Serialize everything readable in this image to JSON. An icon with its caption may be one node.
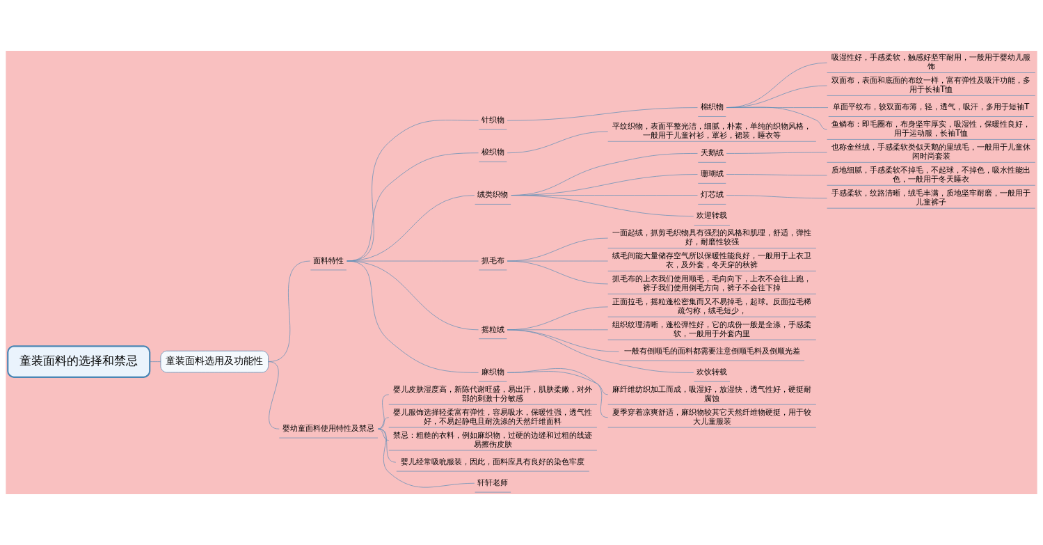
{
  "diagram": {
    "nodes": [
      {
        "text": [
          "童装面料的选择和禁忌"
        ]
      },
      {
        "text": [
          "童装面料选用及功能性"
        ]
      },
      {
        "text": [
          "面料特性"
        ]
      },
      {
        "text": [
          "针织物"
        ]
      },
      {
        "text": [
          "棉织物"
        ]
      },
      {
        "text": [
          "吸湿性好，手感柔软，触感好坚牢耐用，一般用于婴幼儿服饰"
        ]
      },
      {
        "text": [
          "双面布，表面和底面的布纹一样，富有弹性及吸汗功能，多用于长袖T恤"
        ]
      },
      {
        "text": [
          "单面平纹布，较双面布薄，轻，透气，吸汗，多用于短袖T"
        ]
      },
      {
        "text": [
          "鱼鳞布：即毛圈布，布身坚牢厚实，吸湿性，保暖性良好，用于运动服，长袖T恤"
        ]
      },
      {
        "text": [
          "梭织物"
        ]
      },
      {
        "text": [
          "平纹织物，表面平整光洁，细腻，朴素，单纯的织物风格，一般用于儿童衬衫，罩衫，裙装，睡衣等"
        ]
      },
      {
        "text": [
          "绒类织物"
        ]
      },
      {
        "text": [
          "天鹅绒"
        ]
      },
      {
        "text": [
          "也称金丝绒，手感柔软类似天鹅的里绒毛，一般用于儿童休闲时尚套装"
        ]
      },
      {
        "text": [
          "珊瑚绒"
        ]
      },
      {
        "text": [
          "质地细腻，手感柔软不掉毛，不起球，不掉色，吸水性能出色，一般用于冬天睡衣"
        ]
      },
      {
        "text": [
          "灯芯绒"
        ]
      },
      {
        "text": [
          "手感柔软，纹路清晰，绒毛丰满，质地坚牢耐磨，一般用于儿童裤子"
        ]
      },
      {
        "text": [
          "欢迎转载"
        ]
      },
      {
        "text": [
          "抓毛布"
        ]
      },
      {
        "text": [
          "一面起绒，抓剪毛织物具有强烈的风格和肌理，舒适，弹性好，耐磨性较强"
        ]
      },
      {
        "text": [
          "绒毛间能大量储存空气所以保暖性能良好，一般用于上衣卫衣，及外套，冬天穿的秋裤"
        ]
      },
      {
        "text": [
          "抓毛布的上衣我们使用顺毛，毛向向下，上衣不会往上跑，裤子我们使用倒毛方向，裤子不会往下掉"
        ]
      },
      {
        "text": [
          "摇粒绒"
        ]
      },
      {
        "text": [
          "正面拉毛，摇粒蓬松密集而又不易掉毛，起球。反面拉毛稀疏匀称，绒毛短少，"
        ]
      },
      {
        "text": [
          "组织纹理清晰，蓬松弹性好，它的成份一般是全涤，手感柔软，一般用于外套内里"
        ]
      },
      {
        "text": [
          "一般有倒顺毛的面料都需要注意倒顺毛料及倒顺光差"
        ]
      },
      {
        "text": [
          "欢饮转载"
        ]
      },
      {
        "text": [
          "麻织物"
        ]
      },
      {
        "text": [
          "麻纤维纺织加工而成，吸湿好，放湿快，透气性好，硬挺耐腐蚀"
        ]
      },
      {
        "text": [
          "夏季穿着凉爽舒适，麻织物较其它天然纤维物硬挺，用于较大儿童服装"
        ]
      },
      {
        "text": [
          "婴幼童面料使用特性及禁忌"
        ]
      },
      {
        "text": [
          "婴儿皮肤湿度高，新陈代谢旺盛，易出汗，肌肤柔嫩，对外部的刺激十分敏感"
        ]
      },
      {
        "text": [
          "婴儿服饰选择轻柔富有弹性，容易吸水，保暖性强，透气性好，不易起静电且耐洗涤的天然纤维面料"
        ]
      },
      {
        "text": [
          "禁忌：粗糙的衣料，例如麻织物，过硬的边缝和过粗的线迹易擦伤皮肤"
        ]
      },
      {
        "text": [
          "婴儿经常吸吮服装，因此，面料应具有良好的染色牢度"
        ]
      },
      {
        "text": [
          "轩轩老师"
        ]
      }
    ],
    "edges": [
      {
        "from": 0,
        "to": 1,
        "arrow": "none"
      },
      {
        "from": 1,
        "to": 2,
        "arrow": "none"
      },
      {
        "from": 2,
        "to": 3,
        "arrow": "none"
      },
      {
        "from": 3,
        "to": 4,
        "arrow": "none"
      },
      {
        "from": 4,
        "to": 5,
        "arrow": "none"
      },
      {
        "from": 4,
        "to": 6,
        "arrow": "none"
      },
      {
        "from": 4,
        "to": 7,
        "arrow": "none"
      },
      {
        "from": 4,
        "to": 8,
        "arrow": "none"
      },
      {
        "from": 2,
        "to": 9,
        "arrow": "none"
      },
      {
        "from": 9,
        "to": 10,
        "arrow": "none"
      },
      {
        "from": 2,
        "to": 11,
        "arrow": "none"
      },
      {
        "from": 11,
        "to": 12,
        "arrow": "none"
      },
      {
        "from": 12,
        "to": 13,
        "arrow": "none"
      },
      {
        "from": 11,
        "to": 14,
        "arrow": "none"
      },
      {
        "from": 14,
        "to": 15,
        "arrow": "none"
      },
      {
        "from": 11,
        "to": 16,
        "arrow": "none"
      },
      {
        "from": 16,
        "to": 17,
        "arrow": "none"
      },
      {
        "from": 11,
        "to": 18,
        "arrow": "none"
      },
      {
        "from": 2,
        "to": 19,
        "arrow": "none"
      },
      {
        "from": 19,
        "to": 20,
        "arrow": "none"
      },
      {
        "from": 19,
        "to": 21,
        "arrow": "none"
      },
      {
        "from": 19,
        "to": 22,
        "arrow": "none"
      },
      {
        "from": 2,
        "to": 23,
        "arrow": "none"
      },
      {
        "from": 23,
        "to": 24,
        "arrow": "none"
      },
      {
        "from": 23,
        "to": 25,
        "arrow": "none"
      },
      {
        "from": 23,
        "to": 26,
        "arrow": "none"
      },
      {
        "from": 23,
        "to": 27,
        "arrow": "none"
      },
      {
        "from": 2,
        "to": 28,
        "arrow": "none"
      },
      {
        "from": 28,
        "to": 29,
        "arrow": "none"
      },
      {
        "from": 28,
        "to": 30,
        "arrow": "none"
      },
      {
        "from": 1,
        "to": 31,
        "arrow": "none"
      },
      {
        "from": 31,
        "to": 32,
        "arrow": "none"
      },
      {
        "from": 31,
        "to": 33,
        "arrow": "none"
      },
      {
        "from": 31,
        "to": 34,
        "arrow": "none"
      },
      {
        "from": 31,
        "to": 35,
        "arrow": "none"
      },
      {
        "from": 31,
        "to": 36,
        "arrow": "none"
      }
    ]
  }
}
